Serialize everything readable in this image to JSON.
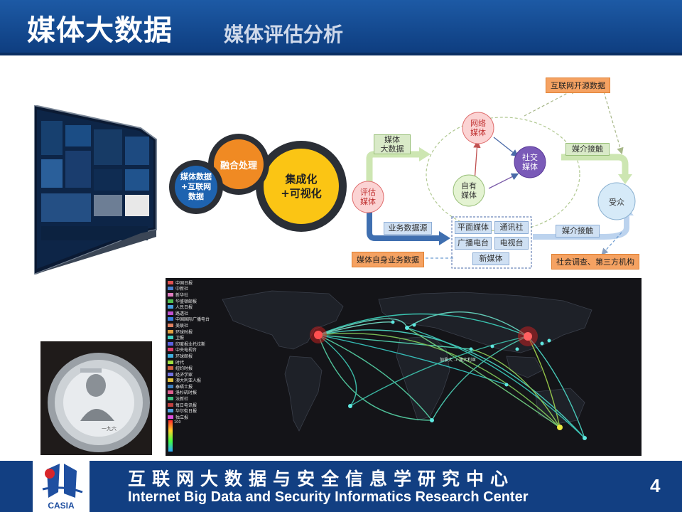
{
  "header": {
    "title": "媒体大数据",
    "subtitle": "媒体评估分析"
  },
  "circles": {
    "media_data": [
      "媒体数据",
      "+互联网",
      "数据"
    ],
    "fusion": "融合处理",
    "integration": [
      "集成化",
      "+可视化"
    ]
  },
  "diagram": {
    "internet_open_data": "互联网开源数据",
    "media_big_data": [
      "媒体",
      "大数据"
    ],
    "network_media": [
      "网络",
      "媒体"
    ],
    "social_media": [
      "社交",
      "媒体"
    ],
    "own_media": [
      "自有",
      "媒体"
    ],
    "evaluate_media": [
      "评估",
      "媒体"
    ],
    "media_contact_top": "媒介接触",
    "audience": "受众",
    "business_source": "业务数据源",
    "print_media": "平面媒体",
    "news_agency": "通讯社",
    "radio": "广播电台",
    "tv": "电视台",
    "new_media": "新媒体",
    "media_contact_bottom": "媒介接触",
    "own_business_data": "媒体自身业务数据",
    "survey": "社会调查、第三方机构"
  },
  "map": {
    "legend": [
      {
        "name": "中国日报",
        "color": "#e05050"
      },
      {
        "name": "中新社",
        "color": "#4a7fd0"
      },
      {
        "name": "新华社",
        "color": "#e07cc0"
      },
      {
        "name": "华盛顿邮报",
        "color": "#50c050"
      },
      {
        "name": "人民日报",
        "color": "#4a9fe0"
      },
      {
        "name": "路透社",
        "color": "#c050d0"
      },
      {
        "name": "中国国际广播电台",
        "color": "#3a7fe0"
      },
      {
        "name": "美联社",
        "color": "#e08060"
      },
      {
        "name": "环球时报",
        "color": "#e0a040"
      },
      {
        "name": "卫报",
        "color": "#40d0c0"
      },
      {
        "name": "印度报业托拉斯",
        "color": "#5a60e0"
      },
      {
        "name": "中央电视台",
        "color": "#e04070"
      },
      {
        "name": "环球邮报",
        "color": "#40b0e0"
      },
      {
        "name": "时代",
        "color": "#a0e040"
      },
      {
        "name": "纽约时报",
        "color": "#d06040"
      },
      {
        "name": "经济学家",
        "color": "#7070e0"
      },
      {
        "name": "澳大利亚人报",
        "color": "#e0c040"
      },
      {
        "name": "泰晤士报",
        "color": "#4080c0"
      },
      {
        "name": "洛杉矶时报",
        "color": "#e06090"
      },
      {
        "name": "法新社",
        "color": "#40c080"
      },
      {
        "name": "每日电讯报",
        "color": "#c04040"
      },
      {
        "name": "华尔街日报",
        "color": "#50a0e0"
      },
      {
        "name": "独立报",
        "color": "#e050e0"
      }
    ],
    "scale_top": "100",
    "map_label": "加拿大 ➝ 澳大利亚"
  },
  "medal": {
    "inscription": "一九六"
  },
  "footer": {
    "cn": "互联网大数据与安全信息学研究中心",
    "en": "Internet Big Data and Security Informatics Research Center",
    "logo_text": "CASIA",
    "page_number": "4"
  }
}
